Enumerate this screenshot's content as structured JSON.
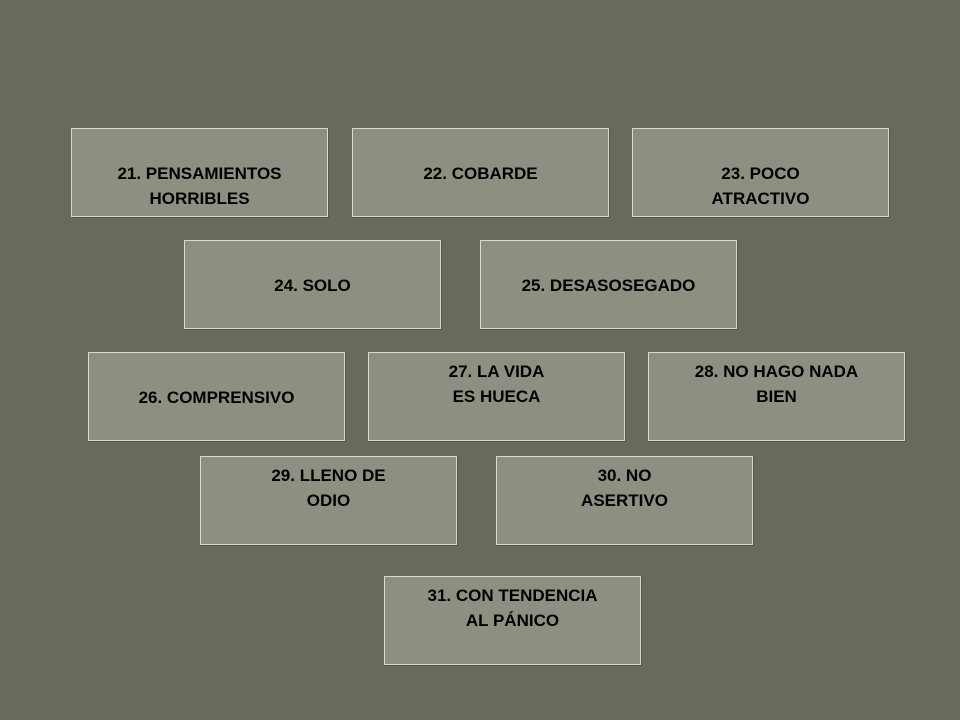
{
  "cards": [
    "21. PENSAMIENTOS\nHORRIBLES",
    "22.  COBARDE",
    "23. POCO\nATRACTIVO",
    "24. SOLO",
    "25. DESASOSEGADO",
    "26. COMPRENSIVO",
    "27. LA VIDA\nES HUECA",
    "28. NO HAGO NADA\nBIEN",
    "29. LLENO DE\nODIO",
    "30. NO\nASERTIVO",
    "31. CON TENDENCIA\nAL  PÁNICO"
  ],
  "colors": {
    "background": "#686a5e",
    "card_fill": "#8e8f81",
    "card_border": "#d9dad2",
    "text": "#000000"
  }
}
